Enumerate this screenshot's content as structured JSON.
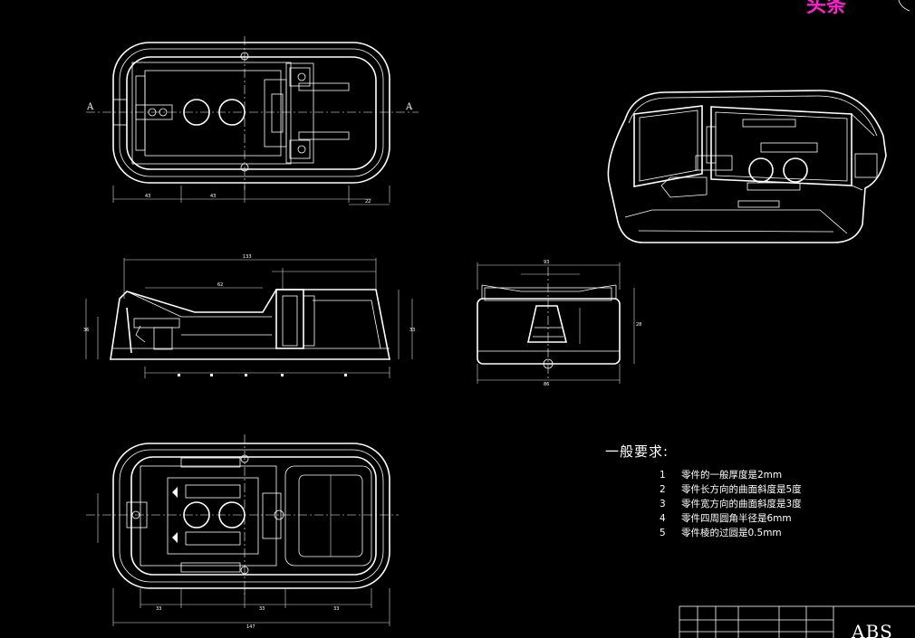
{
  "drawing": {
    "section_marks": [
      "A",
      "A"
    ],
    "top_corner_text": "头条",
    "requirements": {
      "heading": "一般要求:",
      "items": [
        {
          "num": "1",
          "text": "零件的一般厚度是2mm"
        },
        {
          "num": "2",
          "text": "零件长方向的曲面斜度是5度"
        },
        {
          "num": "3",
          "text": "零件宽方向的曲面斜度是3度"
        },
        {
          "num": "4",
          "text": "零件四周圆角半径是6mm"
        },
        {
          "num": "5",
          "text": "零件棱的过圆是0.5mm"
        }
      ]
    },
    "title_block": {
      "material": "ABS"
    },
    "dimensions": {
      "top_view_bottom": [
        "43",
        "43",
        "22"
      ],
      "front_top": "133",
      "front_mid": "62",
      "side_top": "93",
      "side_bottom": "86",
      "side_right": "28",
      "bottom_total": "147",
      "bottom_parts": [
        "33",
        "33",
        "33"
      ],
      "left_heights": [
        "36",
        "33"
      ]
    },
    "colors": {
      "background": "#000000",
      "lines": "#ffffff",
      "stamp": "#ff1fd0"
    }
  }
}
